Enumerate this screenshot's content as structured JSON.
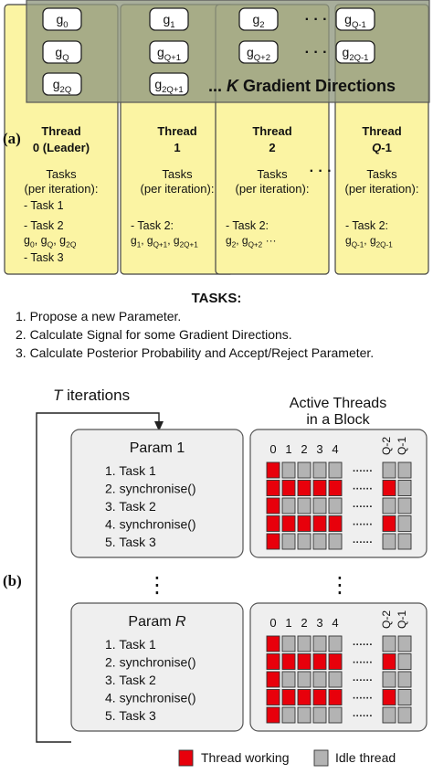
{
  "panel_a": {
    "label": "(a)",
    "gradients": {
      "columns": [
        [
          {
            "b": "g",
            "s": "0"
          },
          {
            "b": "g",
            "s": "Q"
          },
          {
            "b": "g",
            "s": "2Q"
          }
        ],
        [
          {
            "b": "g",
            "s": "1"
          },
          {
            "b": "g",
            "s": "Q+1"
          },
          {
            "b": "g",
            "s": "2Q+1"
          }
        ],
        [
          {
            "b": "g",
            "s": "2"
          },
          {
            "b": "g",
            "s": "Q+2"
          }
        ],
        [
          {
            "b": "g",
            "s": "Q-1"
          },
          {
            "b": "g",
            "s": "2Q-1"
          }
        ]
      ],
      "caption_prefix": "... ",
      "caption_k": "K",
      "caption_rest": " Gradient Directions"
    },
    "threads": [
      {
        "line1": "Thread",
        "line2": "0 (Leader)",
        "line2_italic": false
      },
      {
        "line1": "Thread",
        "line2": "1",
        "line2_italic": false
      },
      {
        "line1": "Thread",
        "line2": "2",
        "line2_italic": false
      },
      {
        "line1": "Thread",
        "line2_var": "Q",
        "line2_rest": "-1",
        "line2_italic": true
      }
    ],
    "tasks_title": "Tasks",
    "tasks_sub": "(per iteration):",
    "thread0_tasks": {
      "t1": "- Task 1",
      "t2": "- Task 2",
      "t2_list": [
        {
          "b": "g",
          "s": "0"
        },
        {
          "b": ", g",
          "s": "Q"
        },
        {
          "b": ", g",
          "s": "2Q"
        }
      ],
      "t3": "- Task 3"
    },
    "other_tasks": [
      {
        "t2": "- Task 2:",
        "t2_list": [
          {
            "b": "g",
            "s": "1"
          },
          {
            "b": ", g",
            "s": "Q+1"
          },
          {
            "b": ", g",
            "s": "2Q+1"
          }
        ],
        "tail": ""
      },
      {
        "t2": "- Task 2:",
        "t2_list": [
          {
            "b": "g",
            "s": "2"
          },
          {
            "b": ", g",
            "s": "Q+2"
          }
        ],
        "tail": " ···"
      },
      {
        "t2": "- Task 2:",
        "t2_list": [
          {
            "b": "g",
            "s": "Q-1"
          },
          {
            "b": ", g",
            "s": "2Q-1"
          }
        ],
        "tail": ""
      }
    ],
    "ellipsis": "· · ·",
    "tasks_heading": "TASKS:",
    "tasks_list": [
      "1. Propose a new Parameter.",
      "2. Calculate Signal for some Gradient Directions.",
      "3. Calculate Posterior Probability and Accept/Reject Parameter."
    ]
  },
  "panel_b": {
    "label": "(b)",
    "iterations_var": "T",
    "iterations_text": " iterations",
    "active_title_1": "Active Threads",
    "active_title_2": "in a Block",
    "params": [
      {
        "title_prefix": "Param ",
        "title_var": "1",
        "title_var_italic": false
      },
      {
        "title_prefix": "Param ",
        "title_var": "R",
        "title_var_italic": true
      }
    ],
    "steps": [
      "1. Task 1",
      "2. synchronise()",
      "3. Task 2",
      "4. synchronise()",
      "5. Task 3"
    ],
    "col_labels": [
      "0",
      "1",
      "2",
      "3",
      "4"
    ],
    "col_labels_rot": [
      "Q-2",
      "Q-1"
    ],
    "row_dots": "······",
    "vdots": "⋮",
    "grid_states": [
      [
        1,
        0,
        0,
        0,
        0,
        0,
        0
      ],
      [
        1,
        1,
        1,
        1,
        1,
        1,
        0
      ],
      [
        1,
        0,
        0,
        0,
        0,
        0,
        0
      ],
      [
        1,
        1,
        1,
        1,
        1,
        1,
        0
      ],
      [
        1,
        0,
        0,
        0,
        0,
        0,
        0
      ]
    ],
    "legend_working": "Thread working",
    "legend_idle": "Idle thread",
    "colors": {
      "working": "#e8000b",
      "idle": "#b3b3b3"
    }
  }
}
